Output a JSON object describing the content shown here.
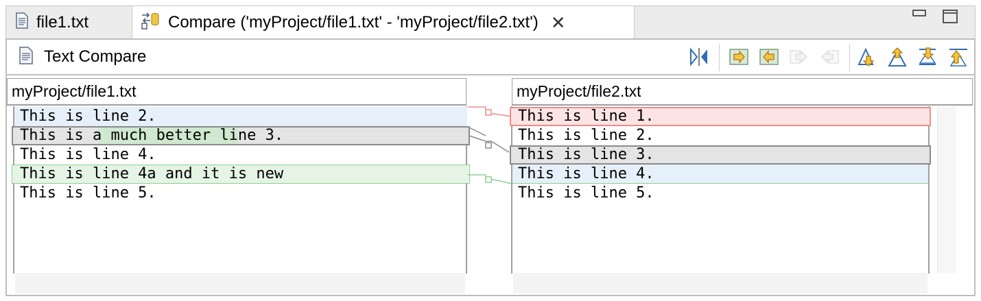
{
  "tabs": [
    {
      "title": "file1.txt",
      "icon": "text-file-icon"
    },
    {
      "title": "Compare ('myProject/file1.txt' - 'myProject/file2.txt')",
      "icon": "compare-icon",
      "close": "✕"
    }
  ],
  "header": {
    "title": "Text Compare",
    "icon": "text-file-icon"
  },
  "toolbar": [
    {
      "name": "ignore-whitespace-icon",
      "enabled": true
    },
    {
      "name": "copy-all-left-to-right-icon",
      "enabled": true
    },
    {
      "name": "copy-all-right-to-left-icon",
      "enabled": true
    },
    {
      "name": "copy-current-left-to-right-icon",
      "enabled": false
    },
    {
      "name": "copy-current-right-to-left-icon",
      "enabled": false
    },
    {
      "name": "next-difference-icon",
      "enabled": true
    },
    {
      "name": "previous-difference-icon",
      "enabled": true
    },
    {
      "name": "next-change-icon",
      "enabled": true
    },
    {
      "name": "previous-change-icon",
      "enabled": true
    }
  ],
  "left": {
    "path": "myProject/file1.txt",
    "lines": [
      "This is line 2.",
      "This is a much better line 3.",
      "This is line 4.",
      "This is line 4a and it is new",
      "This is line 5."
    ]
  },
  "right": {
    "path": "myProject/file2.txt",
    "lines": [
      "This is line 1.",
      "This is line 2.",
      "This is line 3.",
      "This is line 4.",
      "This is line 5."
    ]
  },
  "colors": {
    "removed": "#fde4e4",
    "removed_border": "#f08c8c",
    "changed": "#e4e4e4",
    "changed_border": "#8a8a8a",
    "added": "#e6f4e6",
    "added_border": "#8fd08f",
    "context": "#e6f0fa",
    "word_change": "#cfe8cf",
    "accent_orange": "#e8a33c",
    "accent_blue": "#2f6db5"
  }
}
